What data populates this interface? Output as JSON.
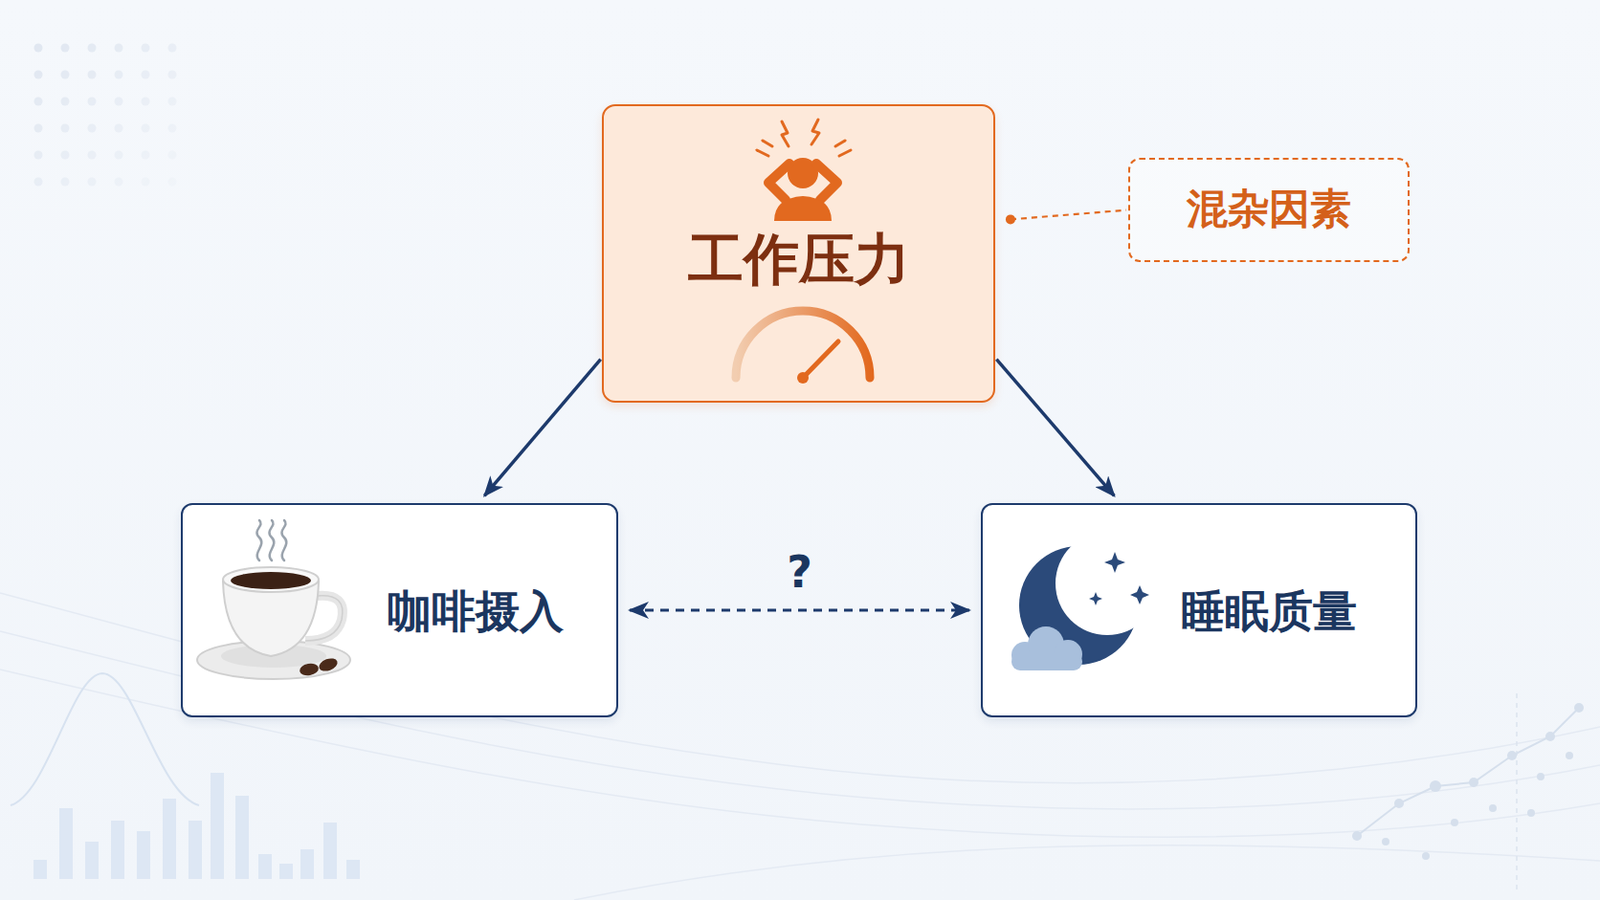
{
  "diagram": {
    "nodes": [
      {
        "text": [
          "工作压力"
        ]
      },
      {
        "text": [
          "混杂因素"
        ]
      },
      {
        "text": [
          "咖啡摄入"
        ]
      },
      {
        "text": [
          "睡眠质量"
        ]
      }
    ],
    "edges": [
      {
        "from": 0,
        "to": 2,
        "arrow": "to"
      },
      {
        "from": 0,
        "to": 3,
        "arrow": "to"
      },
      {
        "from": 2,
        "to": 3,
        "label": "?",
        "arrow": "both"
      },
      {
        "from": 0,
        "to": 1,
        "arrow": "none"
      }
    ]
  }
}
